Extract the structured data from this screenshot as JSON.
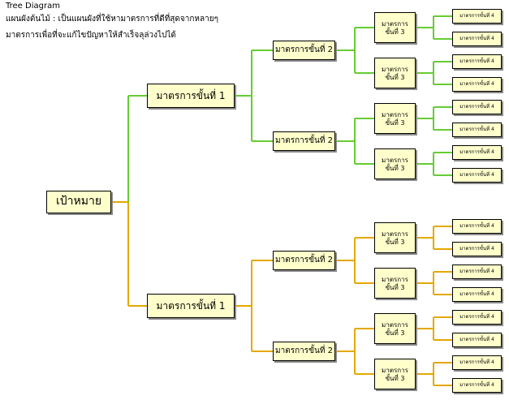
{
  "header": {
    "title": "Tree Diagram",
    "line1": "แผนผังต้นไม้ : เป็นแผนผังที่ใช้หามาตรการที่ดีที่สุดจากหลายๆ",
    "line2": "มาตรการเพื่อที่จะแก้ไขปัญหาให้สำเร็จลุล่วงไปได้"
  },
  "colors": {
    "top_branch": "#66cc33",
    "bottom_branch": "#e5a800",
    "node_fill": "#ffffcc"
  },
  "tree": {
    "root": "เป้าหมาย",
    "level1_label": "มาตรการขั้นที่ 1",
    "level2_label": "มาตรการขั้นที่ 2",
    "level3_label": "มาตรการ\nขั้นที่ 3",
    "level4_label": "มาตรการขั้นที่ 4",
    "level1_count": 2,
    "level2_per_level1": 2,
    "level3_per_level2": 2,
    "level4_per_level3": 2
  }
}
